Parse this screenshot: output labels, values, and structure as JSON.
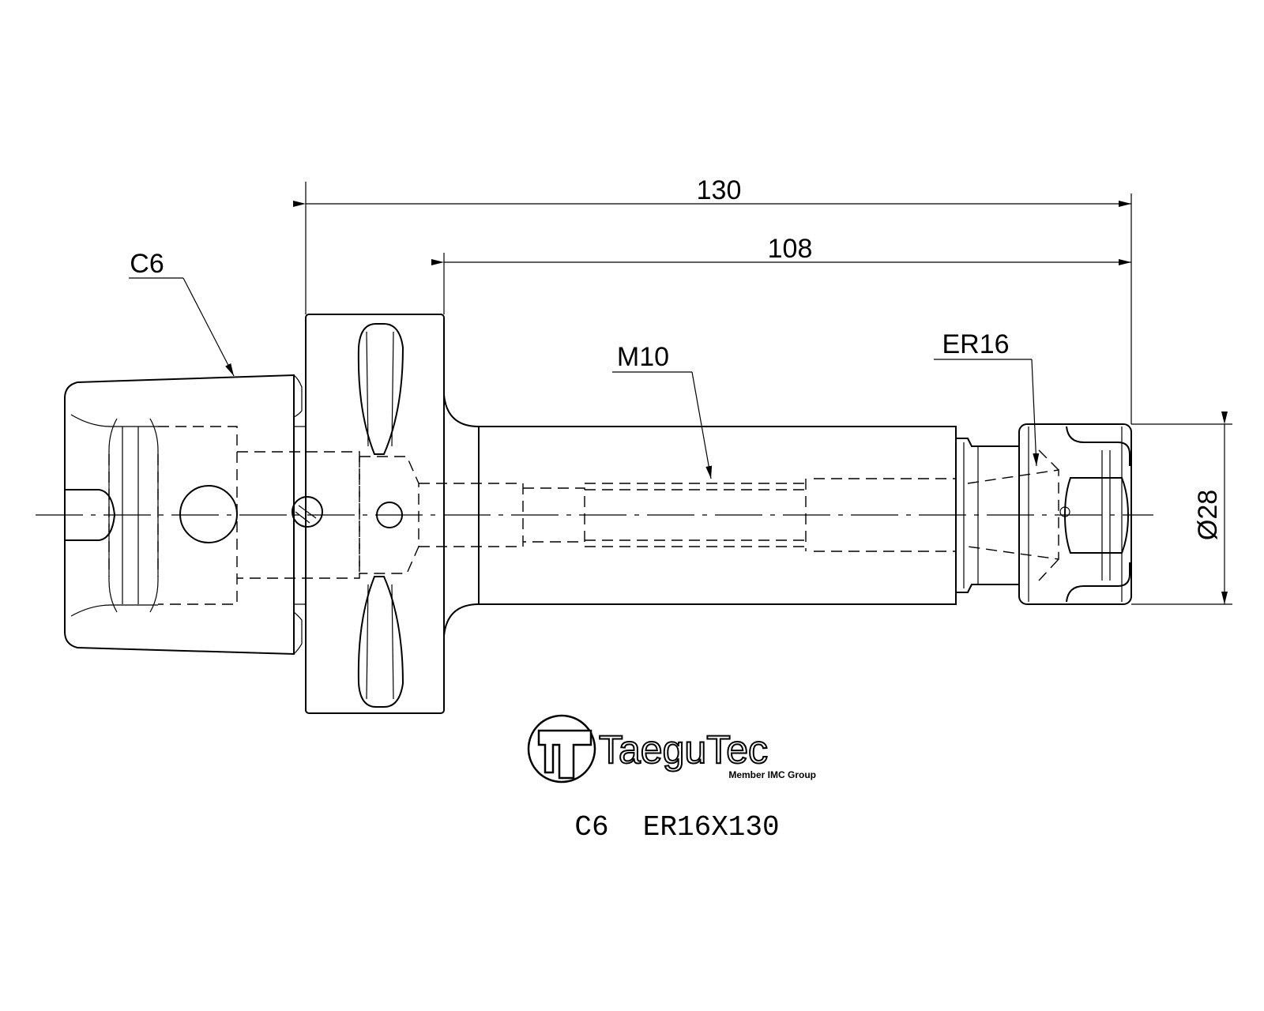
{
  "dimensions": {
    "overall_length": "130",
    "gauge_length": "108",
    "diameter": "Ø28"
  },
  "callouts": {
    "shank": "C6",
    "thread": "M10",
    "collet": "ER16"
  },
  "logo": {
    "name": "TaeguTec",
    "tagline": "Member IMC Group"
  },
  "title": "C6  ER16X130"
}
